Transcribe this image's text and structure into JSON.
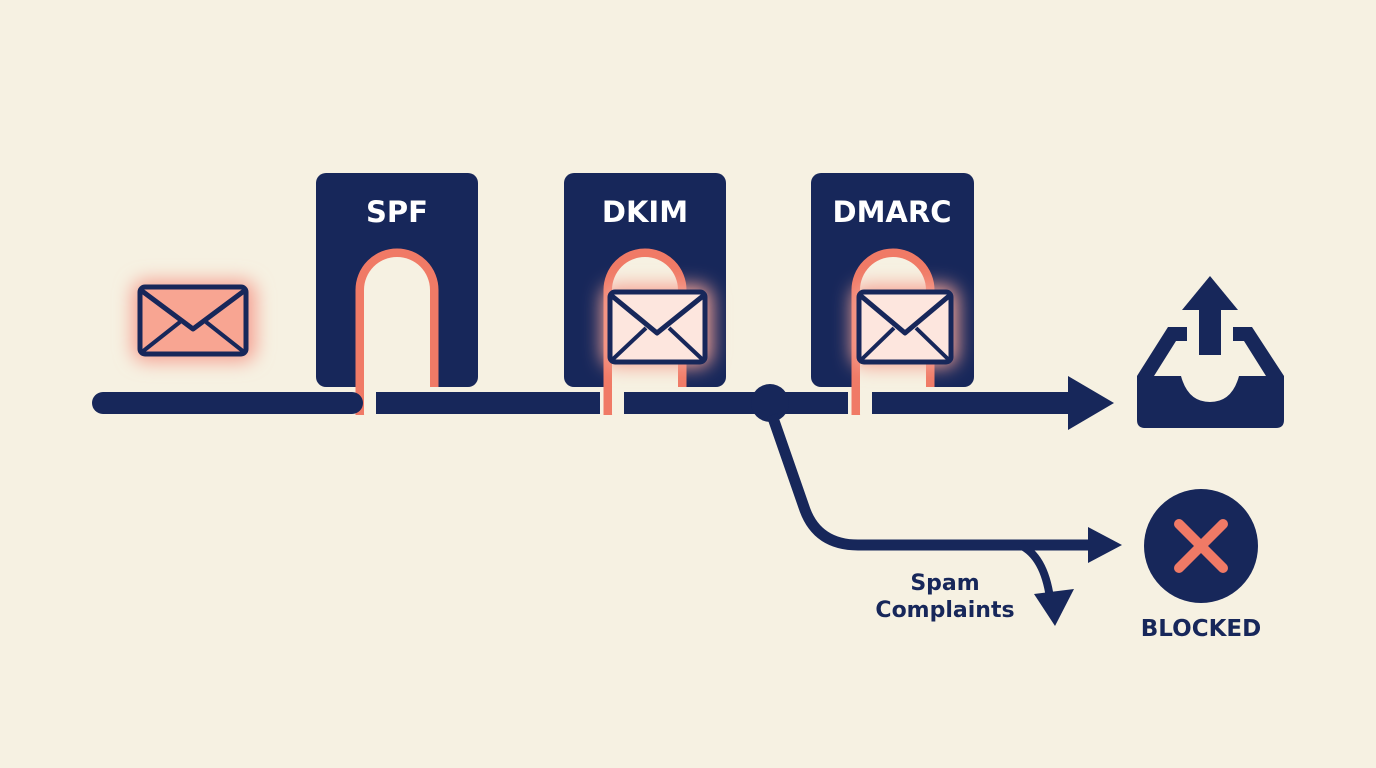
{
  "colors": {
    "background": "#f6f1e2",
    "navy": "#17275a",
    "coral": "#f07a66",
    "glow": "#f5a394"
  },
  "gates": [
    {
      "label": "SPF"
    },
    {
      "label": "DKIM"
    },
    {
      "label": "DMARC"
    }
  ],
  "outcomes": {
    "spam_label_line1": "Spam",
    "spam_label_line2": "Complaints",
    "blocked_label": "BLOCKED"
  },
  "icons": {
    "envelope": "envelope-icon",
    "inbox": "inbox-upload-icon",
    "blocked": "x-circle-icon"
  }
}
